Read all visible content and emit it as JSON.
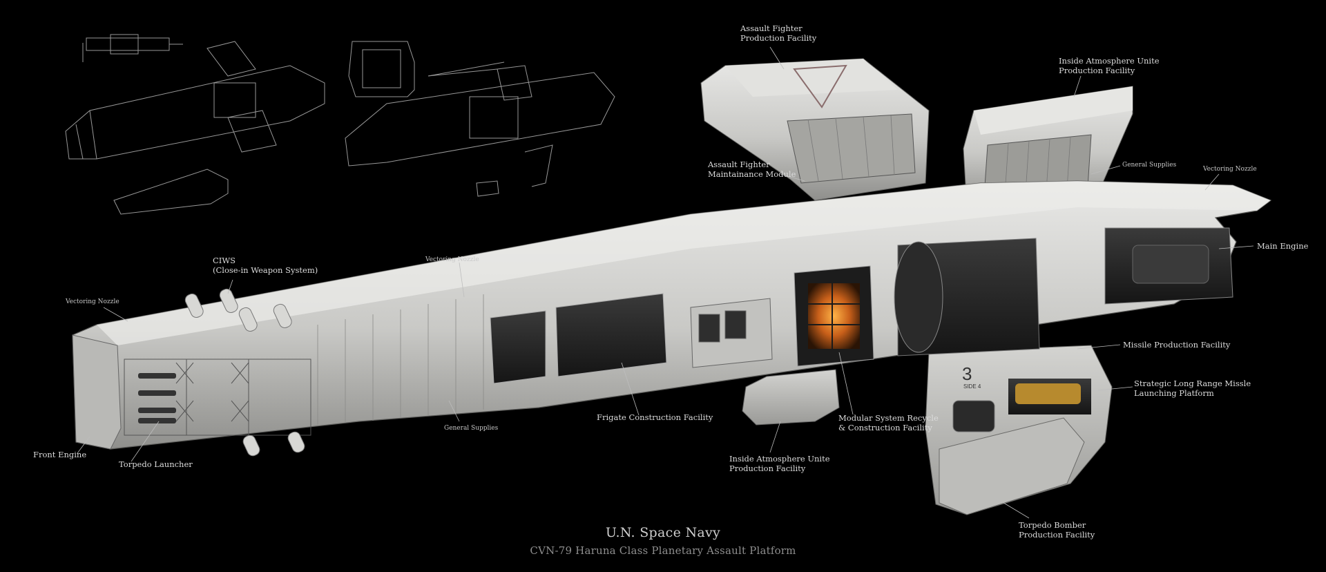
{
  "caption": {
    "title": "U.N. Space Navy",
    "subtitle": "CVN-79 Haruna Class Planetary Assault Platform"
  },
  "labels": {
    "assault_fighter_production": [
      "Assault Fighter",
      "Production Facility"
    ],
    "inside_atmosphere_top": [
      "Inside Atmosphere Unite",
      "Production Facility"
    ],
    "assault_fighter_maintenance": [
      "Assault Fighter",
      "Maintainance Module"
    ],
    "general_supplies_top": "General Supplies",
    "vectoring_nozzle_rear": "Vectoring Nozzle",
    "main_engine": "Main Engine",
    "ciws": [
      "CIWS",
      "(Close-in Weapon System)"
    ],
    "vectoring_nozzle_mid": "Vectoring Nozzle",
    "vectoring_nozzle_front": "Vectoring Nozzle",
    "missile_production": "Missile Production Facility",
    "strategic_missile": [
      "Strategic Long Range Missle",
      "Launching Platform"
    ],
    "frigate_construction": "Frigate Construction Facility",
    "modular_recycle": [
      "Modular System Recycle",
      "& Construction Facility"
    ],
    "general_supplies_bottom": "General Supplies",
    "inside_atmosphere_bottom": [
      "Inside Atmosphere Unite",
      "Production Facility"
    ],
    "front_engine": "Front Engine",
    "torpedo_launcher": "Torpedo Launcher",
    "torpedo_bomber": [
      "Torpedo Bomber",
      "Production Facility"
    ]
  },
  "hull_marking": "3",
  "hull_marking_sub": "SIDE 4"
}
